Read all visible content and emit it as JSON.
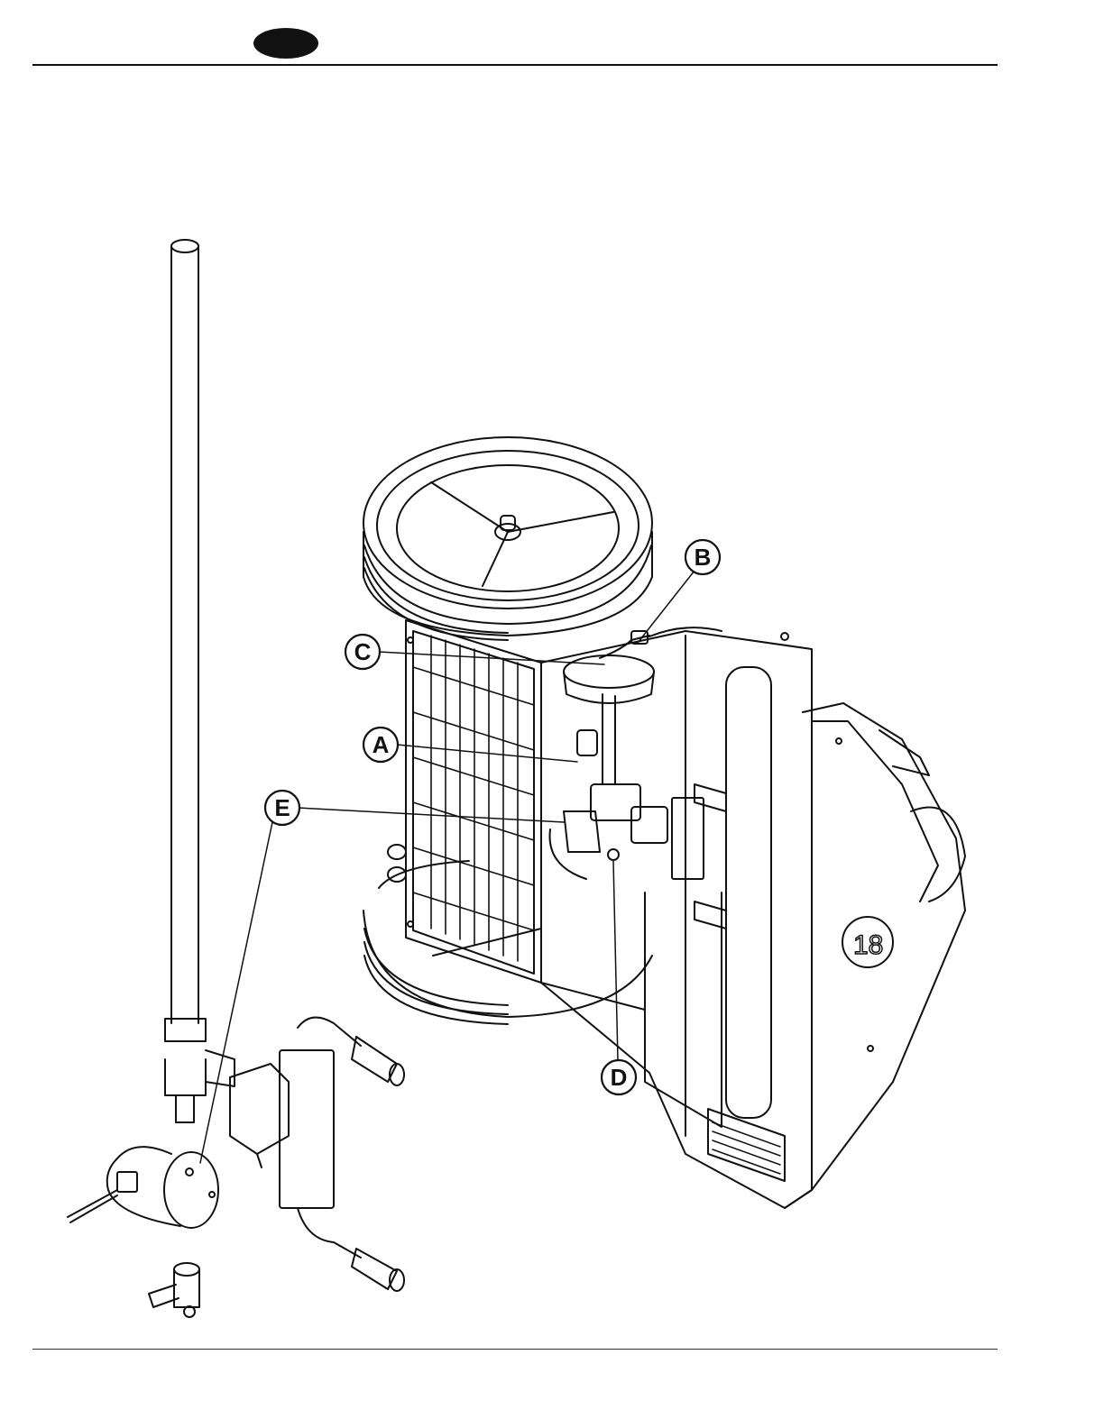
{
  "header": {
    "badge_color": "#111111"
  },
  "figure": {
    "callouts": [
      {
        "id": "a",
        "label": "A"
      },
      {
        "id": "b",
        "label": "B"
      },
      {
        "id": "c",
        "label": "C"
      },
      {
        "id": "d",
        "label": "D"
      },
      {
        "id": "e",
        "label": "E"
      }
    ]
  }
}
